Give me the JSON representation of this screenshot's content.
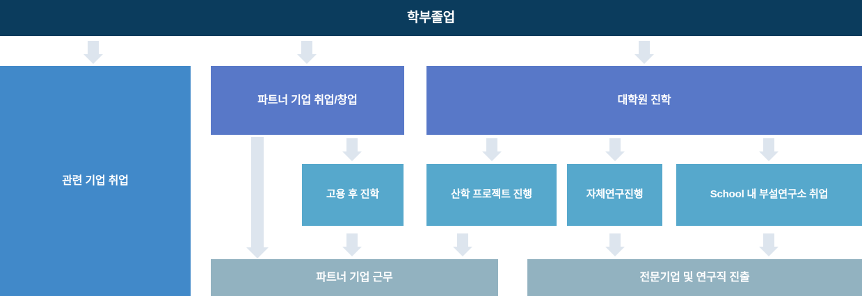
{
  "diagram": {
    "title": "학부졸업",
    "colors": {
      "header": "#0b3c5d",
      "tier1_left": "#4189c9",
      "tier1_mid": "#5878c8",
      "tier1_right": "#5878c8",
      "tier3": "#56a8cc",
      "tier4": "#92b2c0",
      "arrow": "#dde5ee",
      "background": "#ffffff",
      "text": "#ffffff"
    },
    "header": {
      "label": "학부졸업"
    },
    "tier1": [
      {
        "id": "related-company-employment",
        "label": "관련 기업 취업"
      },
      {
        "id": "partner-company-employment-startup",
        "label": "파트너 기업 취업/창업"
      },
      {
        "id": "graduate-school-admission",
        "label": "대학원 진학"
      }
    ],
    "tier2": [
      {
        "id": "study-after-employment",
        "label": "고용 후 진학"
      },
      {
        "id": "industry-academic-project",
        "label": "산학 프로젝트 진행"
      },
      {
        "id": "independent-research",
        "label": "자체연구진행"
      },
      {
        "id": "school-affiliated-lab-employment",
        "label": "School 내 부설연구소 취업"
      }
    ],
    "tier3": [
      {
        "id": "partner-company-work",
        "label": "파트너 기업 근무"
      },
      {
        "id": "specialized-company-research-career",
        "label": "전문기업 및 연구직 진출"
      }
    ],
    "arrows": [
      {
        "id": "arrow-header-to-related-company",
        "direction": "down"
      },
      {
        "id": "arrow-header-to-partner-company",
        "direction": "down"
      },
      {
        "id": "arrow-header-to-graduate-school",
        "direction": "down"
      },
      {
        "id": "arrow-partner-company-to-partner-work",
        "direction": "down"
      },
      {
        "id": "arrow-partner-company-to-study-after-employment",
        "direction": "down"
      },
      {
        "id": "arrow-graduate-school-to-industry-project",
        "direction": "down"
      },
      {
        "id": "arrow-graduate-school-to-independent-research",
        "direction": "down"
      },
      {
        "id": "arrow-graduate-school-to-affiliated-lab",
        "direction": "down"
      },
      {
        "id": "arrow-study-after-employment-to-partner-work",
        "direction": "down"
      },
      {
        "id": "arrow-industry-project-to-specialized-career",
        "direction": "down"
      },
      {
        "id": "arrow-independent-research-to-specialized-career",
        "direction": "down"
      },
      {
        "id": "arrow-affiliated-lab-to-specialized-career",
        "direction": "down"
      }
    ]
  }
}
